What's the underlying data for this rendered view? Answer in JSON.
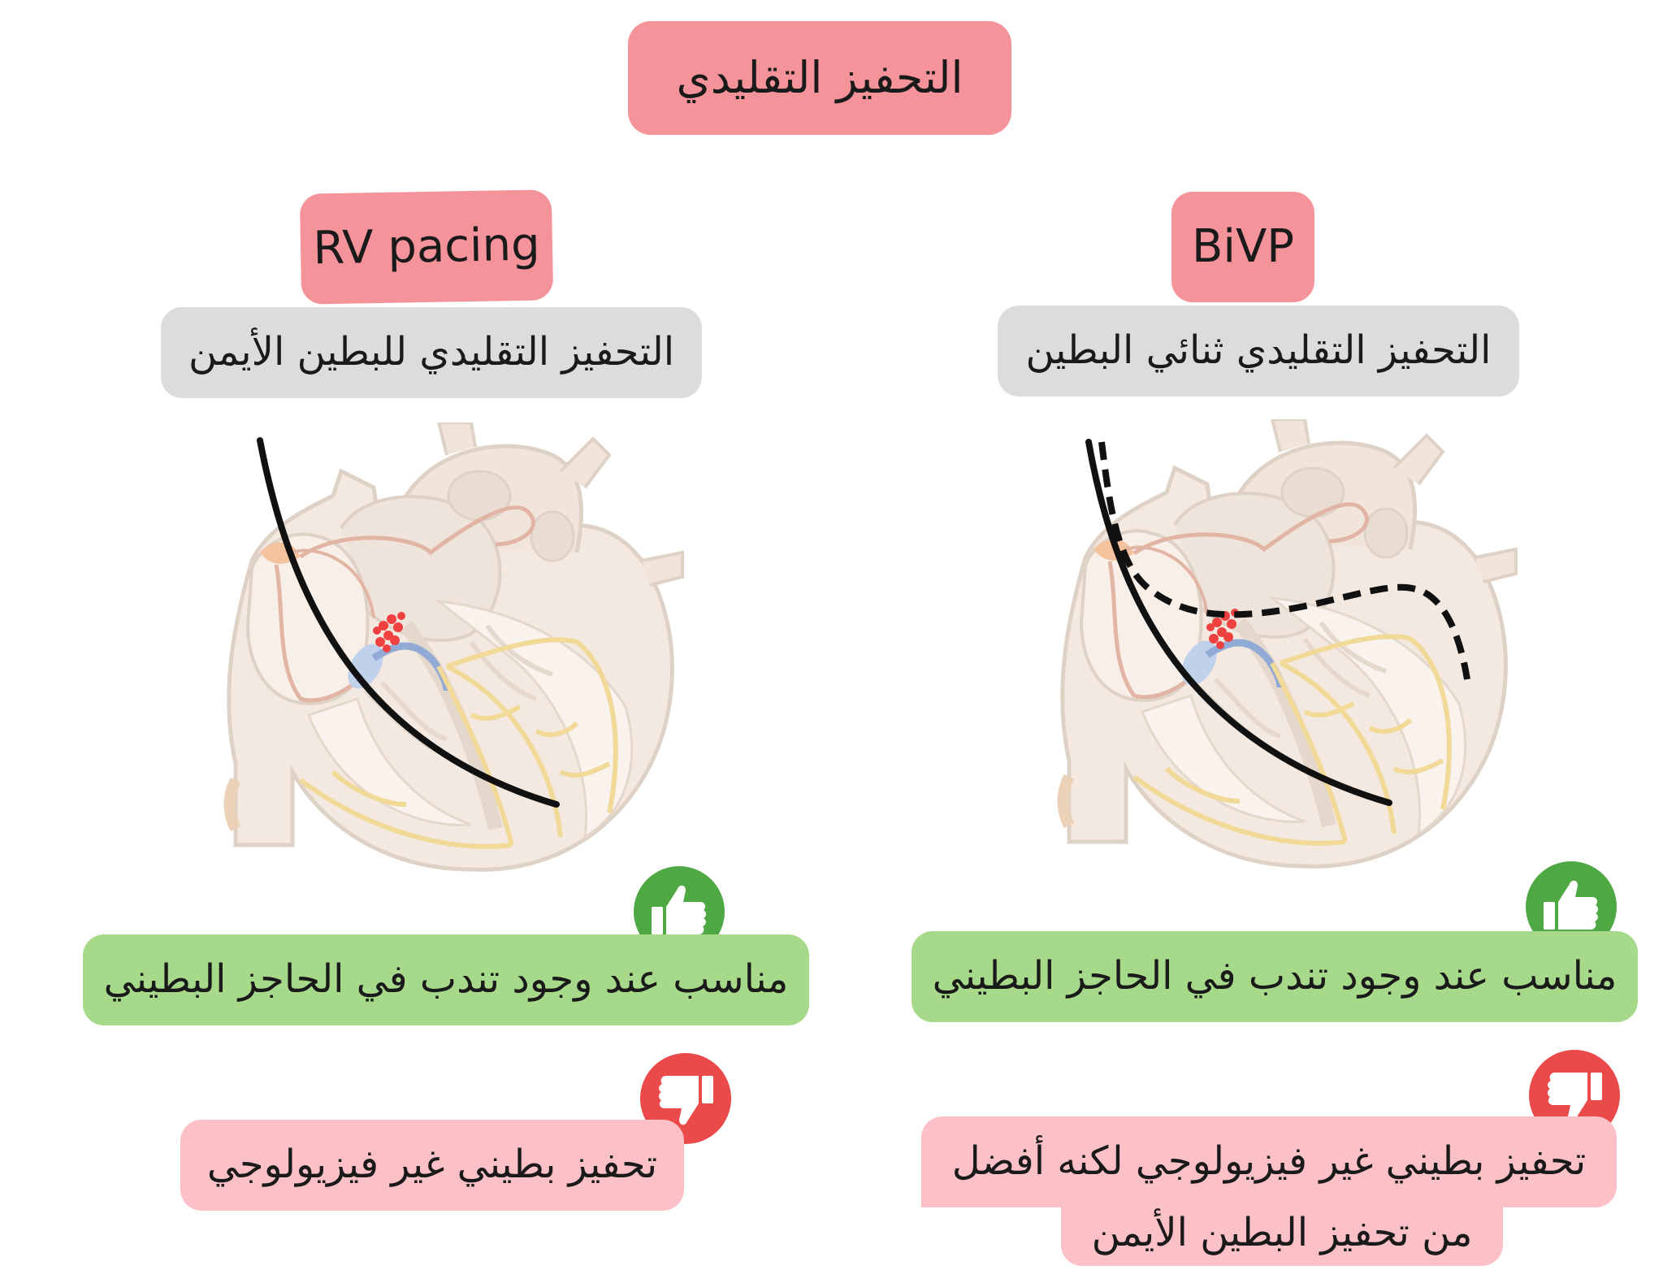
{
  "title": "التحفيز التقليدي",
  "left": {
    "label": "RV pacing",
    "subtitle": "التحفيز التقليدي للبطين الأيمن",
    "pro": "مناسب عند وجود تندب في الحاجز البطيني",
    "con": "تحفيز بطيني غير فيزيولوجي"
  },
  "right": {
    "label": "BiVP",
    "subtitle": "التحفيز التقليدي ثنائي البطين",
    "pro": "مناسب عند وجود تندب في الحاجز البطيني",
    "con_line1": "تحفيز بطيني غير فيزيولوجي لكنه أفضل",
    "con_line2": "من تحفيز البطين الأيمن"
  },
  "icons": {
    "thumbs_up": "thumbs-up-icon",
    "thumbs_down": "thumbs-down-icon"
  },
  "colors": {
    "title_bg": "#f4939a",
    "subtitle_bg": "#dcdcdc",
    "pro_bg": "#a6d98a",
    "con_bg": "#fbc1c6",
    "thumbs_up": "#4ea843",
    "thumbs_down": "#ea4a4a"
  }
}
